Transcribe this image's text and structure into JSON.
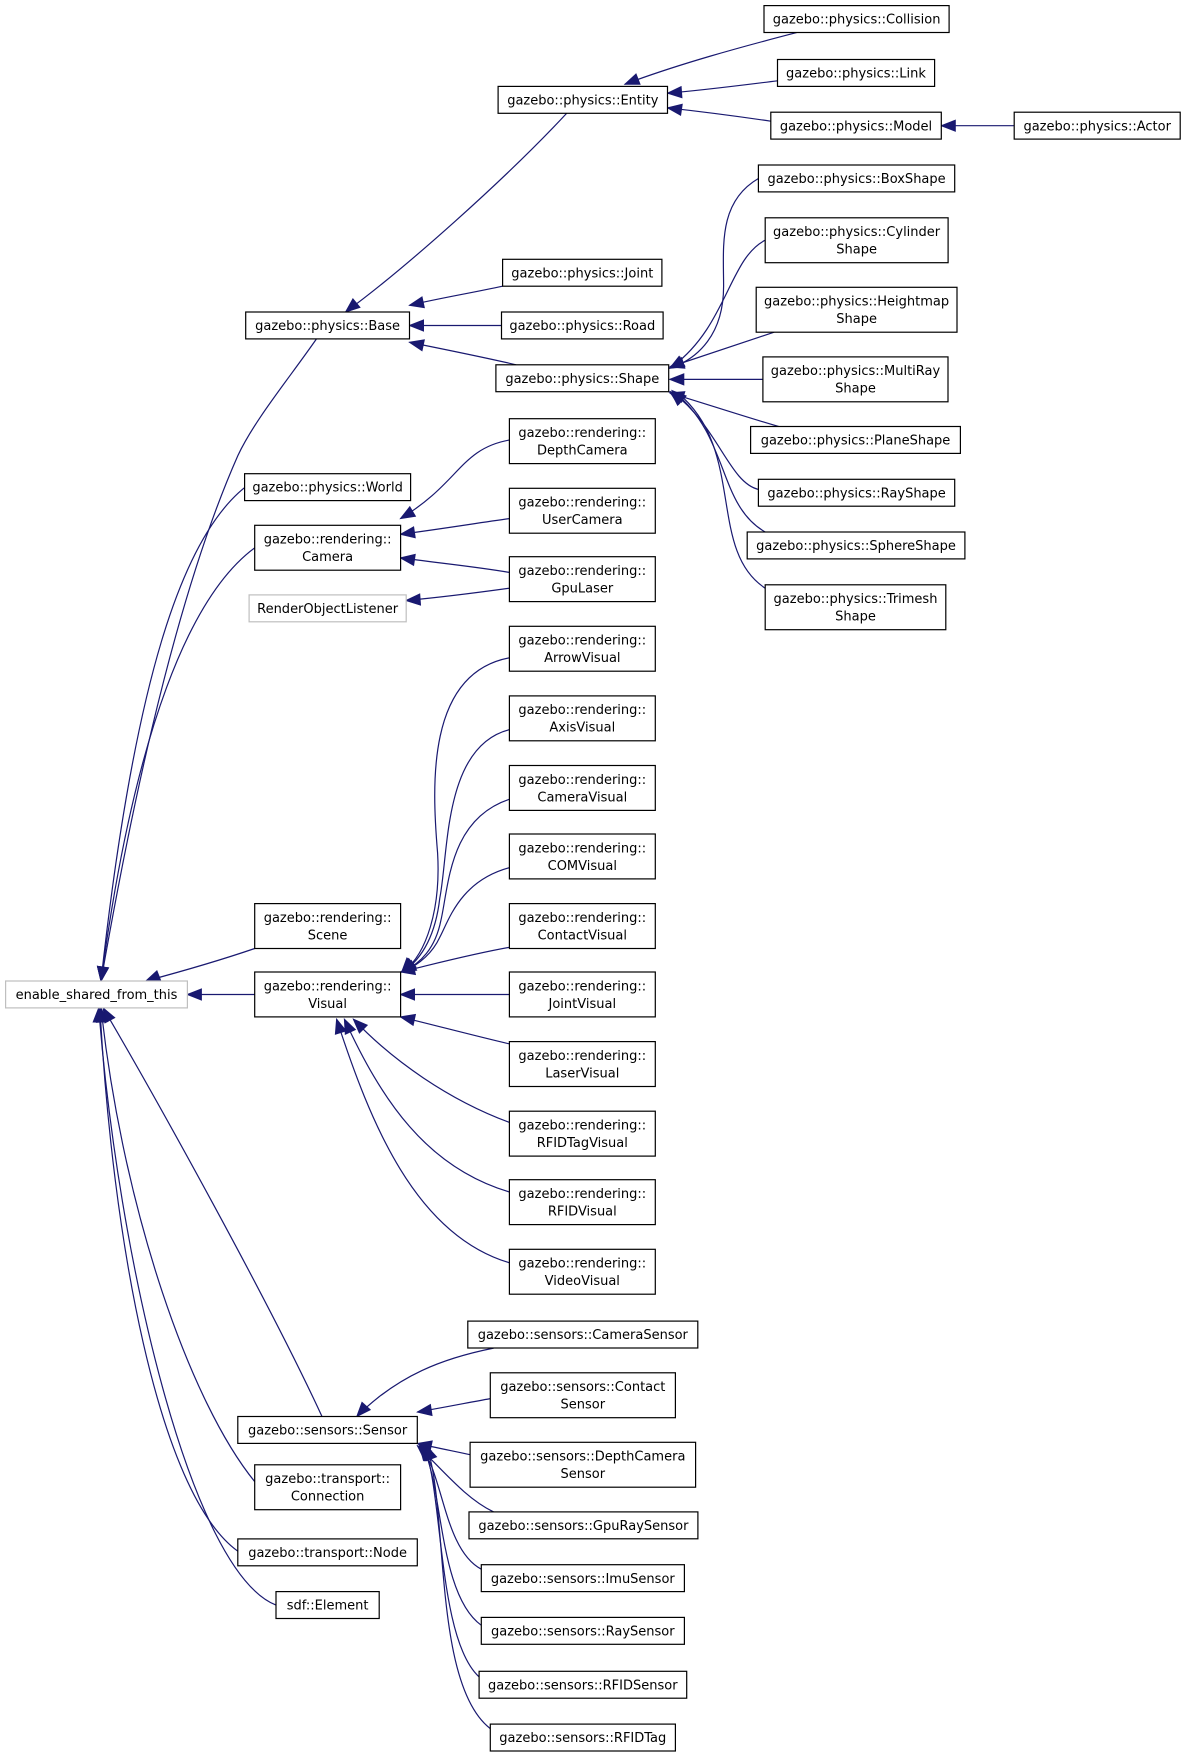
{
  "colors": {
    "edge": "#191970",
    "node_border": "#000000",
    "external_node_border": "#bfbfbf",
    "background": "#ffffff"
  },
  "nodes": [
    {
      "id": "esft",
      "lines": [
        "enable_shared_from_this"
      ],
      "external": true
    },
    {
      "id": "base",
      "lines": [
        "gazebo::physics::Base"
      ]
    },
    {
      "id": "entity",
      "lines": [
        "gazebo::physics::Entity"
      ]
    },
    {
      "id": "collision",
      "lines": [
        "gazebo::physics::Collision"
      ]
    },
    {
      "id": "link",
      "lines": [
        "gazebo::physics::Link"
      ]
    },
    {
      "id": "model",
      "lines": [
        "gazebo::physics::Model"
      ]
    },
    {
      "id": "actor",
      "lines": [
        "gazebo::physics::Actor"
      ]
    },
    {
      "id": "joint",
      "lines": [
        "gazebo::physics::Joint"
      ]
    },
    {
      "id": "road",
      "lines": [
        "gazebo::physics::Road"
      ]
    },
    {
      "id": "shape",
      "lines": [
        "gazebo::physics::Shape"
      ]
    },
    {
      "id": "boxshape",
      "lines": [
        "gazebo::physics::BoxShape"
      ]
    },
    {
      "id": "cylinder",
      "lines": [
        "gazebo::physics::Cylinder",
        "Shape"
      ]
    },
    {
      "id": "heightmap",
      "lines": [
        "gazebo::physics::Heightmap",
        "Shape"
      ]
    },
    {
      "id": "multiray",
      "lines": [
        "gazebo::physics::MultiRay",
        "Shape"
      ]
    },
    {
      "id": "plane",
      "lines": [
        "gazebo::physics::PlaneShape"
      ]
    },
    {
      "id": "rayshape",
      "lines": [
        "gazebo::physics::RayShape"
      ]
    },
    {
      "id": "sphere",
      "lines": [
        "gazebo::physics::SphereShape"
      ]
    },
    {
      "id": "trimesh",
      "lines": [
        "gazebo::physics::Trimesh",
        "Shape"
      ]
    },
    {
      "id": "world",
      "lines": [
        "gazebo::physics::World"
      ]
    },
    {
      "id": "camera",
      "lines": [
        "gazebo::rendering::",
        "Camera"
      ]
    },
    {
      "id": "rol",
      "lines": [
        "RenderObjectListener"
      ],
      "external": true
    },
    {
      "id": "depthcam",
      "lines": [
        "gazebo::rendering::",
        "DepthCamera"
      ]
    },
    {
      "id": "usercam",
      "lines": [
        "gazebo::rendering::",
        "UserCamera"
      ]
    },
    {
      "id": "gpulaser",
      "lines": [
        "gazebo::rendering::",
        "GpuLaser"
      ]
    },
    {
      "id": "scene",
      "lines": [
        "gazebo::rendering::",
        "Scene"
      ]
    },
    {
      "id": "visual",
      "lines": [
        "gazebo::rendering::",
        "Visual"
      ]
    },
    {
      "id": "arrow",
      "lines": [
        "gazebo::rendering::",
        "ArrowVisual"
      ]
    },
    {
      "id": "axis",
      "lines": [
        "gazebo::rendering::",
        "AxisVisual"
      ]
    },
    {
      "id": "cameravis",
      "lines": [
        "gazebo::rendering::",
        "CameraVisual"
      ]
    },
    {
      "id": "com",
      "lines": [
        "gazebo::rendering::",
        "COMVisual"
      ]
    },
    {
      "id": "contactvis",
      "lines": [
        "gazebo::rendering::",
        "ContactVisual"
      ]
    },
    {
      "id": "jointvis",
      "lines": [
        "gazebo::rendering::",
        "JointVisual"
      ]
    },
    {
      "id": "laservis",
      "lines": [
        "gazebo::rendering::",
        "LaserVisual"
      ]
    },
    {
      "id": "rfidtagvis",
      "lines": [
        "gazebo::rendering::",
        "RFIDTagVisual"
      ]
    },
    {
      "id": "rfidvis",
      "lines": [
        "gazebo::rendering::",
        "RFIDVisual"
      ]
    },
    {
      "id": "videovis",
      "lines": [
        "gazebo::rendering::",
        "VideoVisual"
      ]
    },
    {
      "id": "sensor",
      "lines": [
        "gazebo::sensors::Sensor"
      ]
    },
    {
      "id": "camsensor",
      "lines": [
        "gazebo::sensors::CameraSensor"
      ]
    },
    {
      "id": "contactsensor",
      "lines": [
        "gazebo::sensors::Contact",
        "Sensor"
      ]
    },
    {
      "id": "depthsensor",
      "lines": [
        "gazebo::sensors::DepthCamera",
        "Sensor"
      ]
    },
    {
      "id": "gpuray",
      "lines": [
        "gazebo::sensors::GpuRaySensor"
      ]
    },
    {
      "id": "imu",
      "lines": [
        "gazebo::sensors::ImuSensor"
      ]
    },
    {
      "id": "raysensor",
      "lines": [
        "gazebo::sensors::RaySensor"
      ]
    },
    {
      "id": "rfidsensor",
      "lines": [
        "gazebo::sensors::RFIDSensor"
      ]
    },
    {
      "id": "rfidtag",
      "lines": [
        "gazebo::sensors::RFIDTag"
      ]
    },
    {
      "id": "connection",
      "lines": [
        "gazebo::transport::",
        "Connection"
      ]
    },
    {
      "id": "node",
      "lines": [
        "gazebo::transport::Node"
      ]
    },
    {
      "id": "element",
      "lines": [
        "sdf::Element"
      ]
    }
  ],
  "edges": [
    {
      "from": "base",
      "to": "esft"
    },
    {
      "from": "world",
      "to": "esft"
    },
    {
      "from": "camera",
      "to": "esft"
    },
    {
      "from": "scene",
      "to": "esft"
    },
    {
      "from": "visual",
      "to": "esft"
    },
    {
      "from": "sensor",
      "to": "esft"
    },
    {
      "from": "connection",
      "to": "esft"
    },
    {
      "from": "node",
      "to": "esft"
    },
    {
      "from": "element",
      "to": "esft"
    },
    {
      "from": "entity",
      "to": "base"
    },
    {
      "from": "joint",
      "to": "base"
    },
    {
      "from": "road",
      "to": "base"
    },
    {
      "from": "shape",
      "to": "base"
    },
    {
      "from": "collision",
      "to": "entity"
    },
    {
      "from": "link",
      "to": "entity"
    },
    {
      "from": "model",
      "to": "entity"
    },
    {
      "from": "actor",
      "to": "model"
    },
    {
      "from": "boxshape",
      "to": "shape"
    },
    {
      "from": "cylinder",
      "to": "shape"
    },
    {
      "from": "heightmap",
      "to": "shape"
    },
    {
      "from": "multiray",
      "to": "shape"
    },
    {
      "from": "plane",
      "to": "shape"
    },
    {
      "from": "rayshape",
      "to": "shape"
    },
    {
      "from": "sphere",
      "to": "shape"
    },
    {
      "from": "trimesh",
      "to": "shape"
    },
    {
      "from": "depthcam",
      "to": "camera"
    },
    {
      "from": "usercam",
      "to": "camera"
    },
    {
      "from": "gpulaser",
      "to": "camera"
    },
    {
      "from": "gpulaser",
      "to": "rol"
    },
    {
      "from": "arrow",
      "to": "visual"
    },
    {
      "from": "axis",
      "to": "visual"
    },
    {
      "from": "cameravis",
      "to": "visual"
    },
    {
      "from": "com",
      "to": "visual"
    },
    {
      "from": "contactvis",
      "to": "visual"
    },
    {
      "from": "jointvis",
      "to": "visual"
    },
    {
      "from": "laservis",
      "to": "visual"
    },
    {
      "from": "rfidtagvis",
      "to": "visual"
    },
    {
      "from": "rfidvis",
      "to": "visual"
    },
    {
      "from": "videovis",
      "to": "visual"
    },
    {
      "from": "camsensor",
      "to": "sensor"
    },
    {
      "from": "contactsensor",
      "to": "sensor"
    },
    {
      "from": "depthsensor",
      "to": "sensor"
    },
    {
      "from": "gpuray",
      "to": "sensor"
    },
    {
      "from": "imu",
      "to": "sensor"
    },
    {
      "from": "raysensor",
      "to": "sensor"
    },
    {
      "from": "rfidsensor",
      "to": "sensor"
    },
    {
      "from": "rfidtag",
      "to": "sensor"
    }
  ]
}
